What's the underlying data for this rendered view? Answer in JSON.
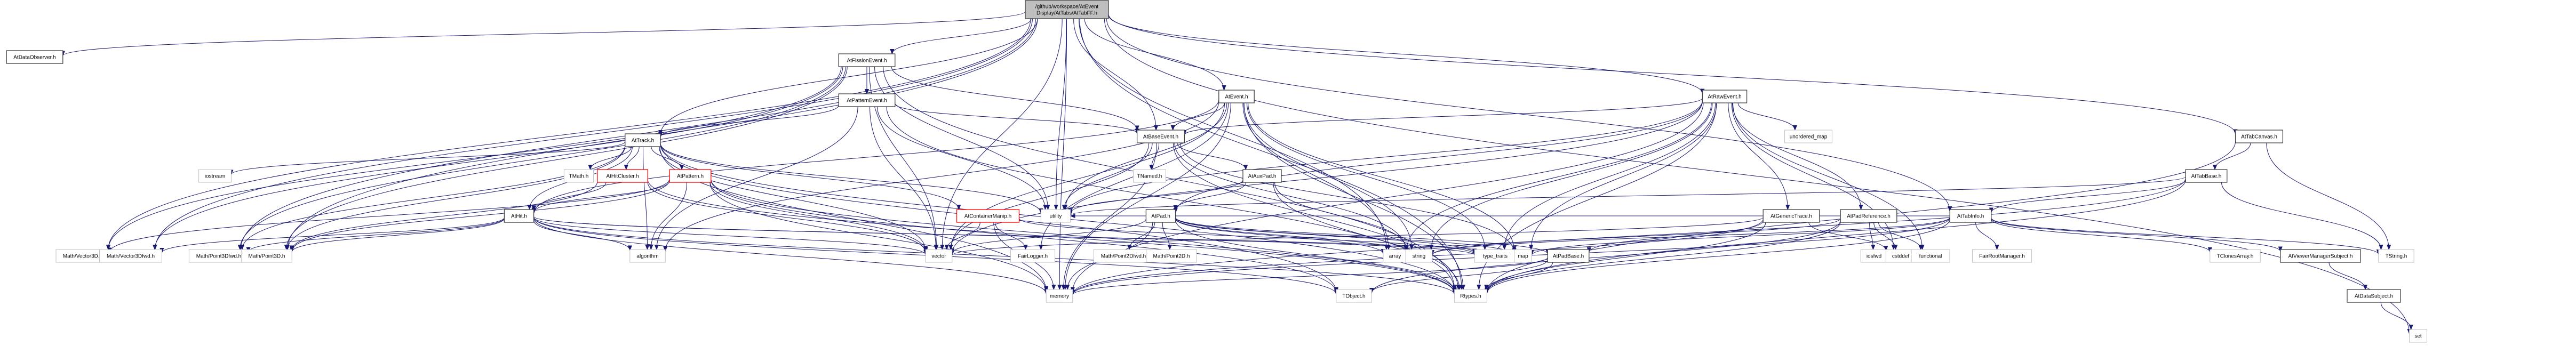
{
  "title": "Include dependency graph for AtTabFF.h",
  "colors": {
    "edge": "#191970",
    "root_fill": "#bfbfbf",
    "local_border": "#404040",
    "system_border": "#bfbfbf",
    "missing_border": "#ff0000"
  },
  "root": {
    "id": "root",
    "label_lines": [
      "/github/workspace/AtEvent",
      "Display/AtTabs/AtTabFF.h"
    ]
  },
  "nodes": [
    {
      "id": "AtDataObserver",
      "label": "AtDataObserver.h",
      "kind": "local"
    },
    {
      "id": "AtFissionEvent",
      "label": "AtFissionEvent.h",
      "kind": "local"
    },
    {
      "id": "AtPatternEvent",
      "label": "AtPatternEvent.h",
      "kind": "local"
    },
    {
      "id": "AtTrack",
      "label": "AtTrack.h",
      "kind": "local"
    },
    {
      "id": "AtEvent",
      "label": "AtEvent.h",
      "kind": "local"
    },
    {
      "id": "AtBaseEvent",
      "label": "AtBaseEvent.h",
      "kind": "local"
    },
    {
      "id": "TNamed",
      "label": "TNamed.h",
      "kind": "system"
    },
    {
      "id": "AtAuxPad",
      "label": "AtAuxPad.h",
      "kind": "local"
    },
    {
      "id": "AtRawEvent",
      "label": "AtRawEvent.h",
      "kind": "local"
    },
    {
      "id": "unordered_map",
      "label": "unordered_map",
      "kind": "system"
    },
    {
      "id": "AtTabCanvas",
      "label": "AtTabCanvas.h",
      "kind": "local"
    },
    {
      "id": "AtTabBase",
      "label": "AtTabBase.h",
      "kind": "local"
    },
    {
      "id": "iostream",
      "label": "iostream",
      "kind": "system"
    },
    {
      "id": "TMath",
      "label": "TMath.h",
      "kind": "system"
    },
    {
      "id": "AtHitCluster",
      "label": "AtHitCluster.h",
      "kind": "missing"
    },
    {
      "id": "AtPattern",
      "label": "AtPattern.h",
      "kind": "missing"
    },
    {
      "id": "AtHit",
      "label": "AtHit.h",
      "kind": "local"
    },
    {
      "id": "AtContainerManip",
      "label": "AtContainerManip.h",
      "kind": "missing"
    },
    {
      "id": "utility",
      "label": "utility",
      "kind": "system"
    },
    {
      "id": "AtPad",
      "label": "AtPad.h",
      "kind": "local"
    },
    {
      "id": "AtGenericTrace",
      "label": "AtGenericTrace.h",
      "kind": "local"
    },
    {
      "id": "AtPadReference",
      "label": "AtPadReference.h",
      "kind": "local"
    },
    {
      "id": "AtTabInfo",
      "label": "AtTabInfo.h",
      "kind": "local"
    },
    {
      "id": "Vector3D",
      "label": "Math/Vector3D.h",
      "kind": "system"
    },
    {
      "id": "Vector3Dfwd",
      "label": "Math/Vector3Dfwd.h",
      "kind": "system"
    },
    {
      "id": "Point3Dfwd",
      "label": "Math/Point3Dfwd.h",
      "kind": "system"
    },
    {
      "id": "Point3D",
      "label": "Math/Point3D.h",
      "kind": "system"
    },
    {
      "id": "algorithm",
      "label": "algorithm",
      "kind": "system"
    },
    {
      "id": "vector",
      "label": "vector",
      "kind": "system"
    },
    {
      "id": "FairLogger",
      "label": "FairLogger.h",
      "kind": "system"
    },
    {
      "id": "Point2Dfwd",
      "label": "Math/Point2Dfwd.h",
      "kind": "system"
    },
    {
      "id": "Point2D",
      "label": "Math/Point2D.h",
      "kind": "system"
    },
    {
      "id": "array",
      "label": "array",
      "kind": "system"
    },
    {
      "id": "string",
      "label": "string",
      "kind": "system"
    },
    {
      "id": "type_traits",
      "label": "type_traits",
      "kind": "system"
    },
    {
      "id": "map",
      "label": "map",
      "kind": "system"
    },
    {
      "id": "AtPadBase",
      "label": "AtPadBase.h",
      "kind": "local"
    },
    {
      "id": "iosfwd",
      "label": "iosfwd",
      "kind": "system"
    },
    {
      "id": "cstddef",
      "label": "cstddef",
      "kind": "system"
    },
    {
      "id": "functional",
      "label": "functional",
      "kind": "system"
    },
    {
      "id": "FairRootManager",
      "label": "FairRootManager.h",
      "kind": "system"
    },
    {
      "id": "TClonesArray",
      "label": "TClonesArray.h",
      "kind": "system"
    },
    {
      "id": "AtViewerManagerSubject",
      "label": "AtViewerManagerSubject.h",
      "kind": "local"
    },
    {
      "id": "TString",
      "label": "TString.h",
      "kind": "system"
    },
    {
      "id": "memory",
      "label": "memory",
      "kind": "system"
    },
    {
      "id": "TObject",
      "label": "TObject.h",
      "kind": "system"
    },
    {
      "id": "Rtypes",
      "label": "Rtypes.h",
      "kind": "system"
    },
    {
      "id": "AtDataSubject",
      "label": "AtDataSubject.h",
      "kind": "local"
    },
    {
      "id": "set",
      "label": "set",
      "kind": "system"
    }
  ],
  "edges": [
    [
      "root",
      "AtDataObserver"
    ],
    [
      "root",
      "AtFissionEvent"
    ],
    [
      "root",
      "AtEvent"
    ],
    [
      "root",
      "AtRawEvent"
    ],
    [
      "root",
      "AtTabCanvas"
    ],
    [
      "root",
      "AtTabInfo"
    ],
    [
      "root",
      "set"
    ],
    [
      "root",
      "memory"
    ],
    [
      "root",
      "vector"
    ],
    [
      "root",
      "Vector3D"
    ],
    [
      "root",
      "Vector3Dfwd"
    ],
    [
      "root",
      "Point3D"
    ],
    [
      "root",
      "Point3Dfwd"
    ],
    [
      "root",
      "utility"
    ],
    [
      "root",
      "array"
    ],
    [
      "root",
      "Rtypes"
    ],
    [
      "root",
      "AtBaseEvent"
    ],
    [
      "root",
      "AtTrack"
    ],
    [
      "AtFissionEvent",
      "AtPatternEvent"
    ],
    [
      "AtFissionEvent",
      "Vector3D"
    ],
    [
      "AtFissionEvent",
      "Vector3Dfwd"
    ],
    [
      "AtFissionEvent",
      "utility"
    ],
    [
      "AtFissionEvent",
      "vector"
    ],
    [
      "AtFissionEvent",
      "Rtypes"
    ],
    [
      "AtFissionEvent",
      "AtBaseEvent"
    ],
    [
      "AtFissionEvent",
      "Point3D"
    ],
    [
      "AtFissionEvent",
      "Point3Dfwd"
    ],
    [
      "AtPatternEvent",
      "AtTrack"
    ],
    [
      "AtPatternEvent",
      "AtBaseEvent"
    ],
    [
      "AtPatternEvent",
      "vector"
    ],
    [
      "AtPatternEvent",
      "algorithm"
    ],
    [
      "AtPatternEvent",
      "Rtypes"
    ],
    [
      "AtPatternEvent",
      "utility"
    ],
    [
      "AtTrack",
      "iostream"
    ],
    [
      "AtTrack",
      "TMath"
    ],
    [
      "AtTrack",
      "AtHitCluster"
    ],
    [
      "AtTrack",
      "AtPattern"
    ],
    [
      "AtTrack",
      "AtHit"
    ],
    [
      "AtTrack",
      "algorithm"
    ],
    [
      "AtTrack",
      "vector"
    ],
    [
      "AtTrack",
      "memory"
    ],
    [
      "AtTrack",
      "Point3D"
    ],
    [
      "AtTrack",
      "Point3Dfwd"
    ],
    [
      "AtTrack",
      "utility"
    ],
    [
      "AtTrack",
      "Rtypes"
    ],
    [
      "AtTrack",
      "TObject"
    ],
    [
      "AtTrack",
      "AtContainerManip"
    ],
    [
      "AtHitCluster",
      "AtHit"
    ],
    [
      "AtHitCluster",
      "vector"
    ],
    [
      "AtHitCluster",
      "Rtypes"
    ],
    [
      "AtHitCluster",
      "Point3D"
    ],
    [
      "AtPattern",
      "AtHit"
    ],
    [
      "AtPattern",
      "vector"
    ],
    [
      "AtPattern",
      "algorithm"
    ],
    [
      "AtPattern",
      "memory"
    ],
    [
      "AtPattern",
      "Rtypes"
    ],
    [
      "AtPattern",
      "TObject"
    ],
    [
      "AtPattern",
      "Point3D"
    ],
    [
      "AtPattern",
      "Vector3D"
    ],
    [
      "AtHit",
      "Point3D"
    ],
    [
      "AtHit",
      "Point3Dfwd"
    ],
    [
      "AtHit",
      "Vector3Dfwd"
    ],
    [
      "AtHit",
      "algorithm"
    ],
    [
      "AtHit",
      "vector"
    ],
    [
      "AtHit",
      "memory"
    ],
    [
      "AtHit",
      "Rtypes"
    ],
    [
      "AtHit",
      "TObject"
    ],
    [
      "AtHit",
      "map"
    ],
    [
      "AtHit",
      "type_traits"
    ],
    [
      "AtContainerManip",
      "vector"
    ],
    [
      "AtContainerManip",
      "FairLogger"
    ],
    [
      "AtContainerManip",
      "memory"
    ],
    [
      "AtContainerManip",
      "type_traits"
    ],
    [
      "AtEvent",
      "AtBaseEvent"
    ],
    [
      "AtEvent",
      "AtHit"
    ],
    [
      "AtEvent",
      "utility"
    ],
    [
      "AtEvent",
      "vector"
    ],
    [
      "AtEvent",
      "memory"
    ],
    [
      "AtEvent",
      "map"
    ],
    [
      "AtEvent",
      "algorithm"
    ],
    [
      "AtEvent",
      "FairLogger"
    ],
    [
      "AtEvent",
      "Rtypes"
    ],
    [
      "AtEvent",
      "type_traits"
    ],
    [
      "AtEvent",
      "array"
    ],
    [
      "AtEvent",
      "string"
    ],
    [
      "AtBaseEvent",
      "TNamed"
    ],
    [
      "AtBaseEvent",
      "AtAuxPad"
    ],
    [
      "AtBaseEvent",
      "utility"
    ],
    [
      "AtBaseEvent",
      "vector"
    ],
    [
      "AtBaseEvent",
      "string"
    ],
    [
      "AtBaseEvent",
      "map"
    ],
    [
      "AtBaseEvent",
      "Rtypes"
    ],
    [
      "AtBaseEvent",
      "memory"
    ],
    [
      "AtAuxPad",
      "AtPad"
    ],
    [
      "AtAuxPad",
      "string"
    ],
    [
      "AtAuxPad",
      "Rtypes"
    ],
    [
      "AtAuxPad",
      "utility"
    ],
    [
      "AtPad",
      "Point2D"
    ],
    [
      "AtPad",
      "Point2Dfwd"
    ],
    [
      "AtPad",
      "array"
    ],
    [
      "AtPad",
      "string"
    ],
    [
      "AtPad",
      "type_traits"
    ],
    [
      "AtPad",
      "map"
    ],
    [
      "AtPad",
      "AtPadBase"
    ],
    [
      "AtPad",
      "memory"
    ],
    [
      "AtPad",
      "Rtypes"
    ],
    [
      "AtPad",
      "vector"
    ],
    [
      "AtRawEvent",
      "unordered_map"
    ],
    [
      "AtRawEvent",
      "AtGenericTrace"
    ],
    [
      "AtRawEvent",
      "AtPadReference"
    ],
    [
      "AtRawEvent",
      "AtBaseEvent"
    ],
    [
      "AtRawEvent",
      "utility"
    ],
    [
      "AtRawEvent",
      "vector"
    ],
    [
      "AtRawEvent",
      "memory"
    ],
    [
      "AtRawEvent",
      "map"
    ],
    [
      "AtRawEvent",
      "type_traits"
    ],
    [
      "AtRawEvent",
      "Rtypes"
    ],
    [
      "AtRawEvent",
      "functional"
    ],
    [
      "AtRawEvent",
      "cstddef"
    ],
    [
      "AtRawEvent",
      "string"
    ],
    [
      "AtRawEvent",
      "array"
    ],
    [
      "AtRawEvent",
      "AtPad"
    ],
    [
      "AtGenericTrace",
      "AtPadBase"
    ],
    [
      "AtGenericTrace",
      "vector"
    ],
    [
      "AtGenericTrace",
      "memory"
    ],
    [
      "AtGenericTrace",
      "Rtypes"
    ],
    [
      "AtGenericTrace",
      "cstddef"
    ],
    [
      "AtPadReference",
      "iosfwd"
    ],
    [
      "AtPadReference",
      "cstddef"
    ],
    [
      "AtPadReference",
      "functional"
    ],
    [
      "AtPadReference",
      "Rtypes"
    ],
    [
      "AtPadReference",
      "TObject"
    ],
    [
      "AtPadReference",
      "string"
    ],
    [
      "AtPadBase",
      "memory"
    ],
    [
      "AtPadBase",
      "Rtypes"
    ],
    [
      "AtPadBase",
      "TObject"
    ],
    [
      "AtTabCanvas",
      "AtTabBase"
    ],
    [
      "AtTabCanvas",
      "TString"
    ],
    [
      "AtTabCanvas",
      "Rtypes"
    ],
    [
      "AtTabBase",
      "AtTabInfo"
    ],
    [
      "AtTabBase",
      "memory"
    ],
    [
      "AtTabBase",
      "utility"
    ],
    [
      "AtTabBase",
      "TString"
    ],
    [
      "AtTabBase",
      "Rtypes"
    ],
    [
      "AtTabInfo",
      "FairRootManager"
    ],
    [
      "AtTabInfo",
      "TClonesArray"
    ],
    [
      "AtTabInfo",
      "AtViewerManagerSubject"
    ],
    [
      "AtTabInfo",
      "TString"
    ],
    [
      "AtTabInfo",
      "memory"
    ],
    [
      "AtTabInfo",
      "Rtypes"
    ],
    [
      "AtTabInfo",
      "map"
    ],
    [
      "AtTabInfo",
      "string"
    ],
    [
      "AtTabInfo",
      "utility"
    ],
    [
      "AtViewerManagerSubject",
      "AtDataSubject"
    ],
    [
      "AtDataSubject",
      "set"
    ]
  ]
}
